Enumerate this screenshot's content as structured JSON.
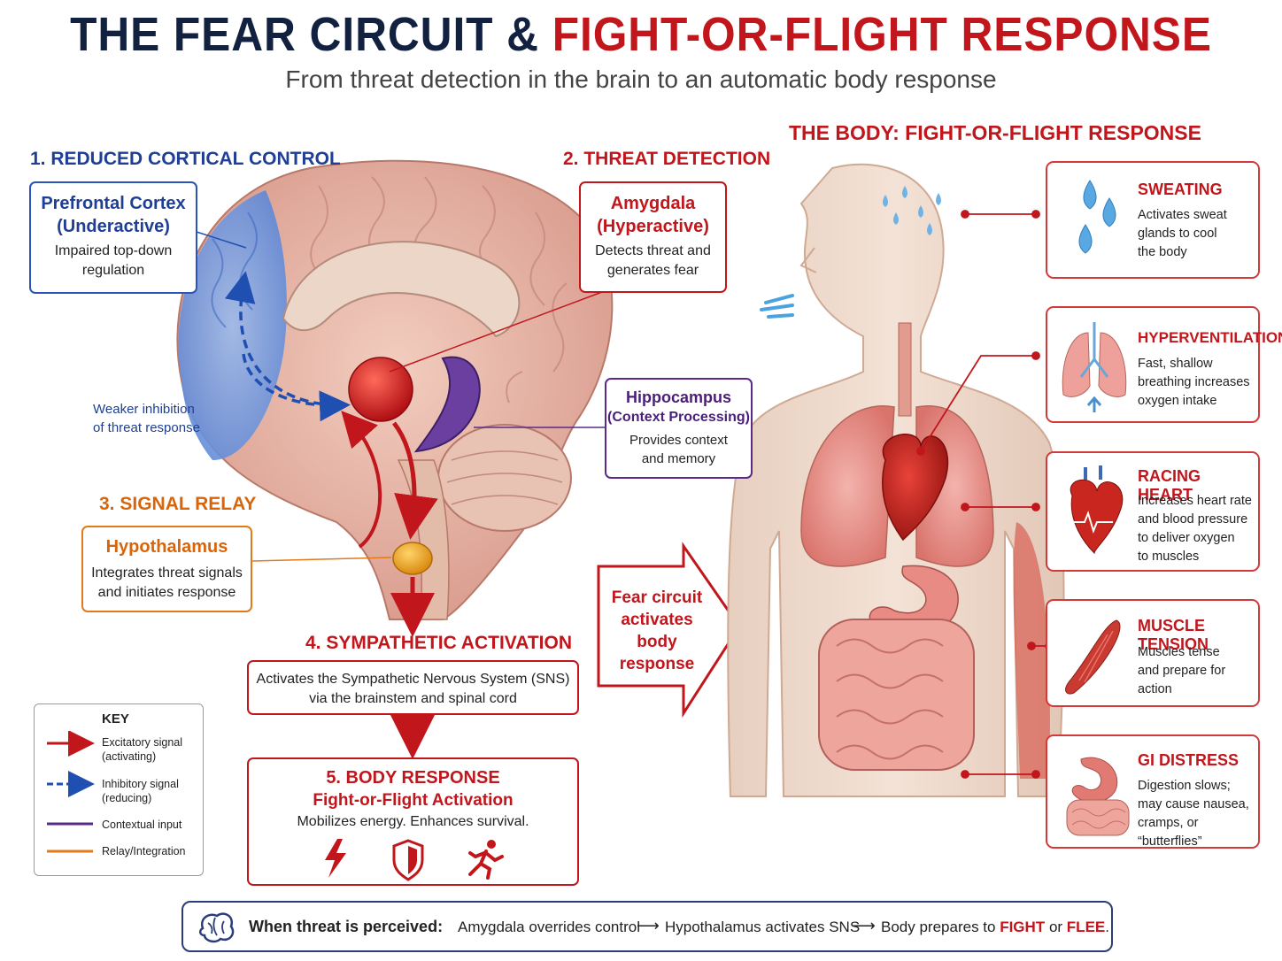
{
  "title": {
    "part1": "THE FEAR CIRCUIT &",
    "part2": "FIGHT-OR-FLIGHT RESPONSE"
  },
  "subtitle": "From threat detection in the brain to an automatic body response",
  "steps": {
    "s1_heading": "1. REDUCED CORTICAL CONTROL",
    "s2_heading": "2. THREAT DETECTION",
    "s3_heading": "3. SIGNAL RELAY",
    "s4_heading": "4. SYMPATHETIC ACTIVATION",
    "body_heading": "THE BODY: FIGHT-OR-FLIGHT RESPONSE"
  },
  "prefrontal": {
    "name": "Prefrontal Cortex",
    "state": "(Underactive)",
    "desc1": "Impaired top-down",
    "desc2": "regulation"
  },
  "weaker": {
    "line1": "Weaker inhibition",
    "line2": "of threat response"
  },
  "amygdala": {
    "name": "Amygdala",
    "state": "(Hyperactive)",
    "desc1": "Detects threat and",
    "desc2": "generates fear"
  },
  "hippocampus": {
    "name": "Hippocampus",
    "state": "(Context Processing)",
    "desc1": "Provides context",
    "desc2": "and memory"
  },
  "hypothalamus": {
    "name": "Hypothalamus",
    "desc1": "Integrates threat signals",
    "desc2": "and initiates response"
  },
  "sympathetic": {
    "line1": "Activates the Sympathetic Nervous System (SNS)",
    "line2": "via the brainstem and spinal cord"
  },
  "body_response": {
    "heading": "5. BODY RESPONSE",
    "sub": "Fight-or-Flight Activation",
    "desc": "Mobilizes energy. Enhances survival.",
    "icons": [
      "lightning-icon",
      "shield-icon",
      "running-person-icon"
    ]
  },
  "fear_arrow": {
    "l1": "Fear circuit",
    "l2": "activates",
    "l3": "body",
    "l4": "response"
  },
  "body_cards": [
    {
      "title": "SWEATING",
      "lines": [
        "Activates sweat",
        "glands to cool",
        "the body"
      ],
      "icon": "water-drops-icon"
    },
    {
      "title": "HYPERVENTILATION",
      "lines": [
        "Fast, shallow",
        "breathing increases",
        "oxygen intake"
      ],
      "icon": "lungs-icon"
    },
    {
      "title": "RACING HEART",
      "lines": [
        "Increases heart rate",
        "and blood pressure",
        "to deliver oxygen",
        "to muscles"
      ],
      "icon": "heart-icon"
    },
    {
      "title": "MUSCLE TENSION",
      "lines": [
        "Muscles tense",
        "and prepare for",
        "action"
      ],
      "icon": "muscle-icon"
    },
    {
      "title": "GI DISTRESS",
      "lines": [
        "Digestion slows;",
        "may cause nausea,",
        "cramps, or “butterflies”"
      ],
      "icon": "stomach-icon"
    }
  ],
  "key": {
    "title": "KEY",
    "items": [
      {
        "l1": "Excitatory signal",
        "l2": "(activating)",
        "color": "#c0161c"
      },
      {
        "l1": "Inhibitory signal",
        "l2": "(reducing)",
        "color": "#1f4fb0"
      },
      {
        "l1": "Contextual input",
        "l2": "",
        "color": "#5b2a86"
      },
      {
        "l1": "Relay/Integration",
        "l2": "",
        "color": "#e07a1a"
      }
    ]
  },
  "bottom": {
    "lead": "When threat is perceived:",
    "step1": "Amygdala overrides control",
    "step2": "Hypothalamus activates SNS",
    "step3a": "Body prepares to",
    "fight": "FIGHT",
    "or": "or",
    "flee": "FLEE",
    "period": "."
  },
  "colors": {
    "navy": "#12213f",
    "red": "#c0161c",
    "blue": "#1f3f96",
    "purple": "#4b1f78",
    "orange": "#d9650b"
  }
}
